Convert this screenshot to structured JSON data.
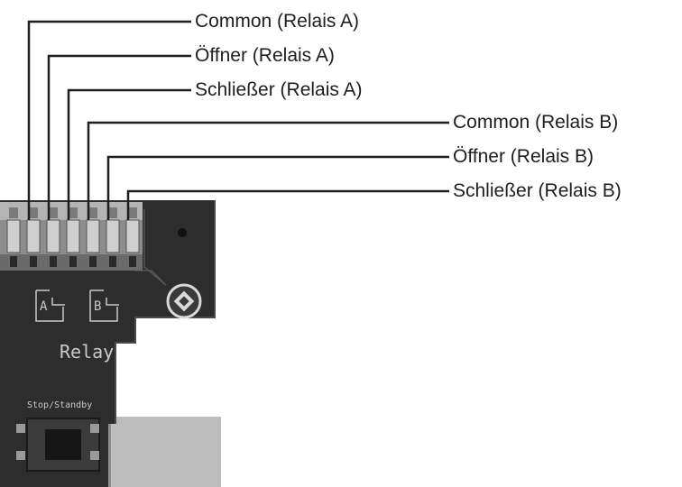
{
  "callouts": [
    {
      "id": "common-relay-a",
      "label": "Common (Relais A)"
    },
    {
      "id": "opener-relay-a",
      "label": "Öffner (Relais A)"
    },
    {
      "id": "closer-relay-a",
      "label": "Schließer (Relais A)"
    },
    {
      "id": "common-relay-b",
      "label": "Common (Relais B)"
    },
    {
      "id": "opener-relay-b",
      "label": "Öffner (Relais B)"
    },
    {
      "id": "closer-relay-b",
      "label": "Schließer (Relais B)"
    }
  ],
  "board": {
    "relay_label": "Relay",
    "relay_a_symbol": "A",
    "relay_b_symbol": "B",
    "button_label": "Stop/Standby"
  },
  "colors": {
    "board": "#2f2f2f",
    "terminal": "#a9a9a9",
    "leader_line": "#1e1e1e",
    "silkscreen": "#c9c9c9"
  }
}
